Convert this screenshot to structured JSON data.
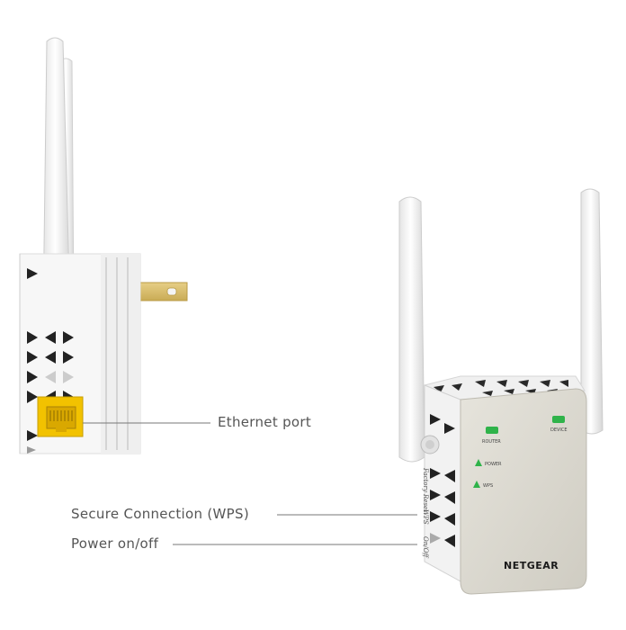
{
  "labels": {
    "ethernet_port": "Ethernet port",
    "wps": "Secure Connection (WPS)",
    "power": "Power on/off"
  },
  "device": {
    "brand": "NETGEAR",
    "led_router": "ROUTER",
    "led_device": "DEVICE",
    "led_power": "POWER",
    "led_wps": "WPS",
    "side_text_factory_reset": "Factory Reset",
    "side_text_wps": "WPS",
    "side_text_on_off": "On/Off"
  },
  "colors": {
    "background": "#ffffff",
    "device_body": "#f6f6f4",
    "front_panel": "#dad8cf",
    "led_green": "#2fb34a",
    "ethernet_yellow": "#f2c200",
    "callout_line": "#777777",
    "label_text": "#555555"
  }
}
